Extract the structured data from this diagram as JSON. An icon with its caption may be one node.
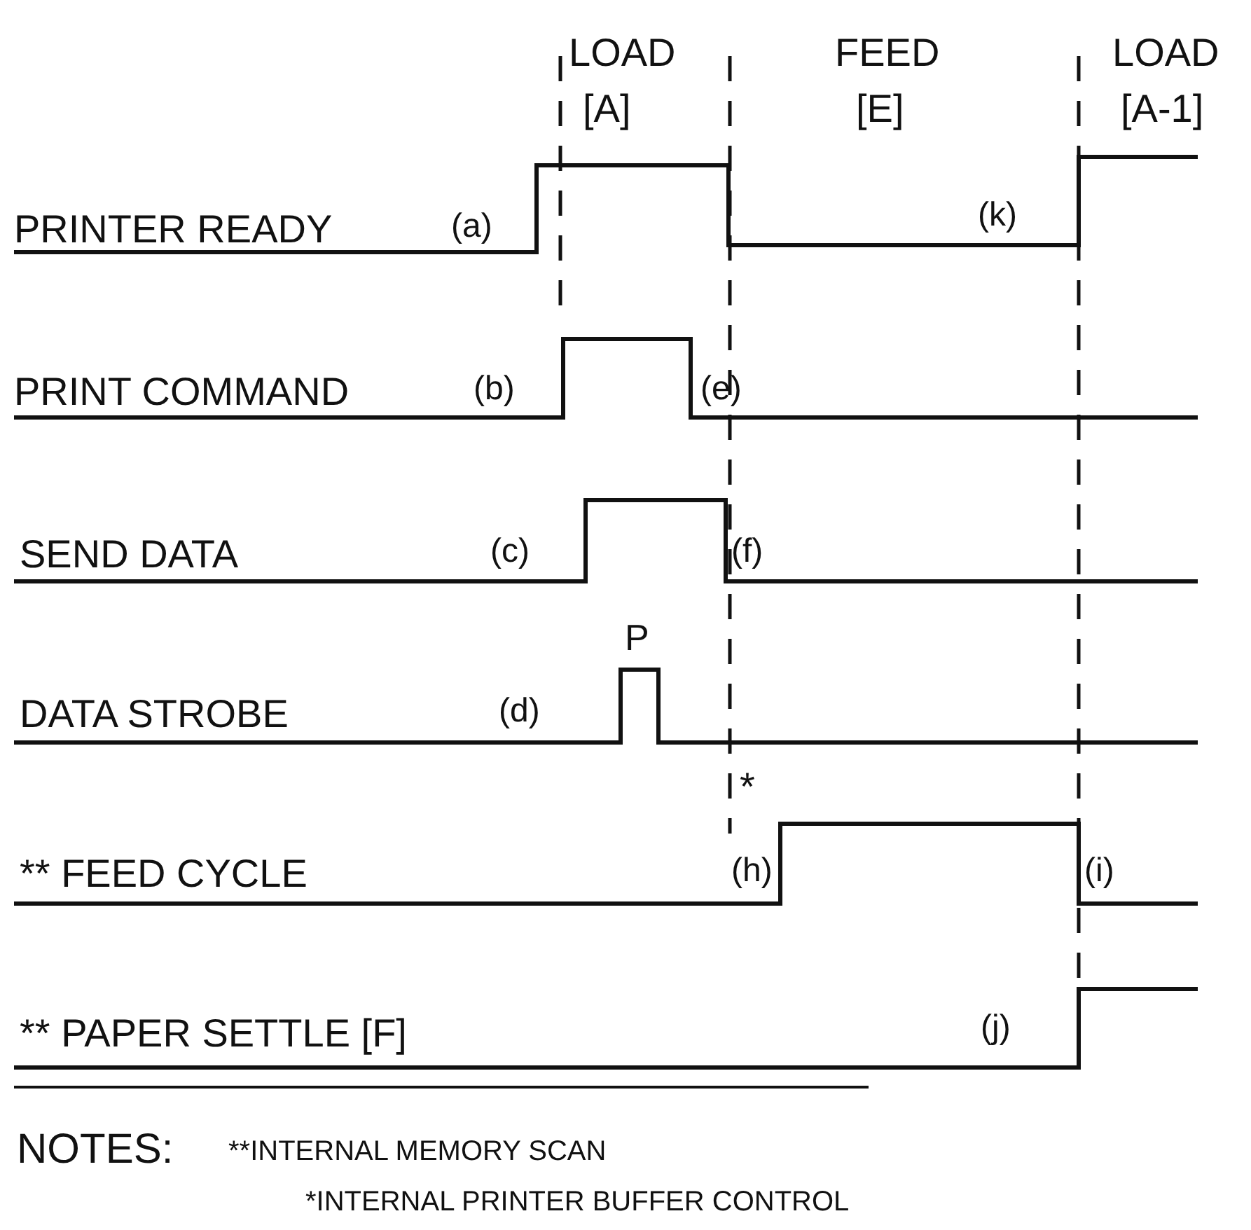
{
  "diagram": {
    "labels": [
      "LOAD",
      "[A]",
      "FEED",
      "[E]",
      "LOAD",
      "[A-1]",
      "PRINTER READY",
      "(a)",
      "(k)",
      "PRINT COMMAND",
      "(b)",
      "(e)",
      "SEND DATA",
      "(c)",
      "(f)",
      "DATA STROBE",
      "(d)",
      "P",
      "*",
      "** FEED CYCLE",
      "(h)",
      "(i)",
      "** PAPER SETTLE [F]",
      "(j)",
      "NOTES:",
      "**INTERNAL MEMORY SCAN",
      "*INTERNAL PRINTER BUFFER CONTROL"
    ]
  }
}
